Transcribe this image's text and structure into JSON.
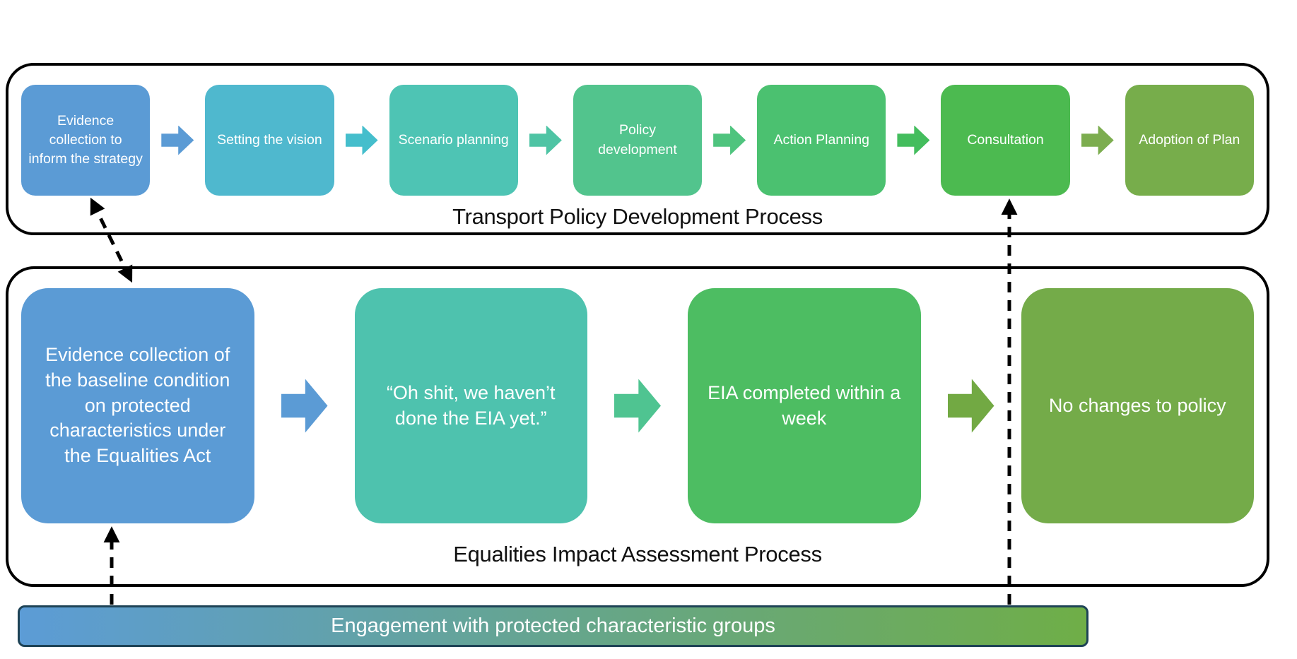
{
  "top_process": {
    "title": "Transport Policy Development Process",
    "boxes": [
      {
        "label": "Evidence collection to inform the strategy",
        "color": "#5B9BD5"
      },
      {
        "label": "Setting the vision",
        "color": "#4FB8CE"
      },
      {
        "label": "Scenario planning",
        "color": "#4EC4B4"
      },
      {
        "label": "Policy development",
        "color": "#52C48D"
      },
      {
        "label": "Action Planning",
        "color": "#4BC170"
      },
      {
        "label": "Consultation",
        "color": "#4CBA50"
      },
      {
        "label": "Adoption of Plan",
        "color": "#77AD4B"
      }
    ],
    "arrows": [
      {
        "color": "#5B9BD5"
      },
      {
        "color": "#45BECC"
      },
      {
        "color": "#4EC4A4"
      },
      {
        "color": "#4FC47E"
      },
      {
        "color": "#43BD5D"
      },
      {
        "color": "#7CAD4F"
      }
    ]
  },
  "eia_process": {
    "title": "Equalities Impact Assessment Process",
    "boxes": [
      {
        "label": "Evidence collection of the baseline condition on protected characteristics under the Equalities Act",
        "color": "#5B9BD5"
      },
      {
        "label": "“Oh shit, we haven’t done the EIA yet.”",
        "color": "#4EC2AE"
      },
      {
        "label": "EIA completed within a week",
        "color": "#4DBD62"
      },
      {
        "label": "No changes to policy",
        "color": "#74AB49"
      }
    ],
    "arrows": [
      {
        "color": "#5B9BD5"
      },
      {
        "color": "#4FC491"
      },
      {
        "color": "#72A943"
      }
    ]
  },
  "engagement_bar": {
    "label": "Engagement with protected characteristic groups",
    "gradient_start": "#5C9CD6",
    "gradient_end": "#6FAE47",
    "border_color": "#1E4356"
  },
  "connectors": {
    "color": "#000000",
    "style": "dashed"
  }
}
